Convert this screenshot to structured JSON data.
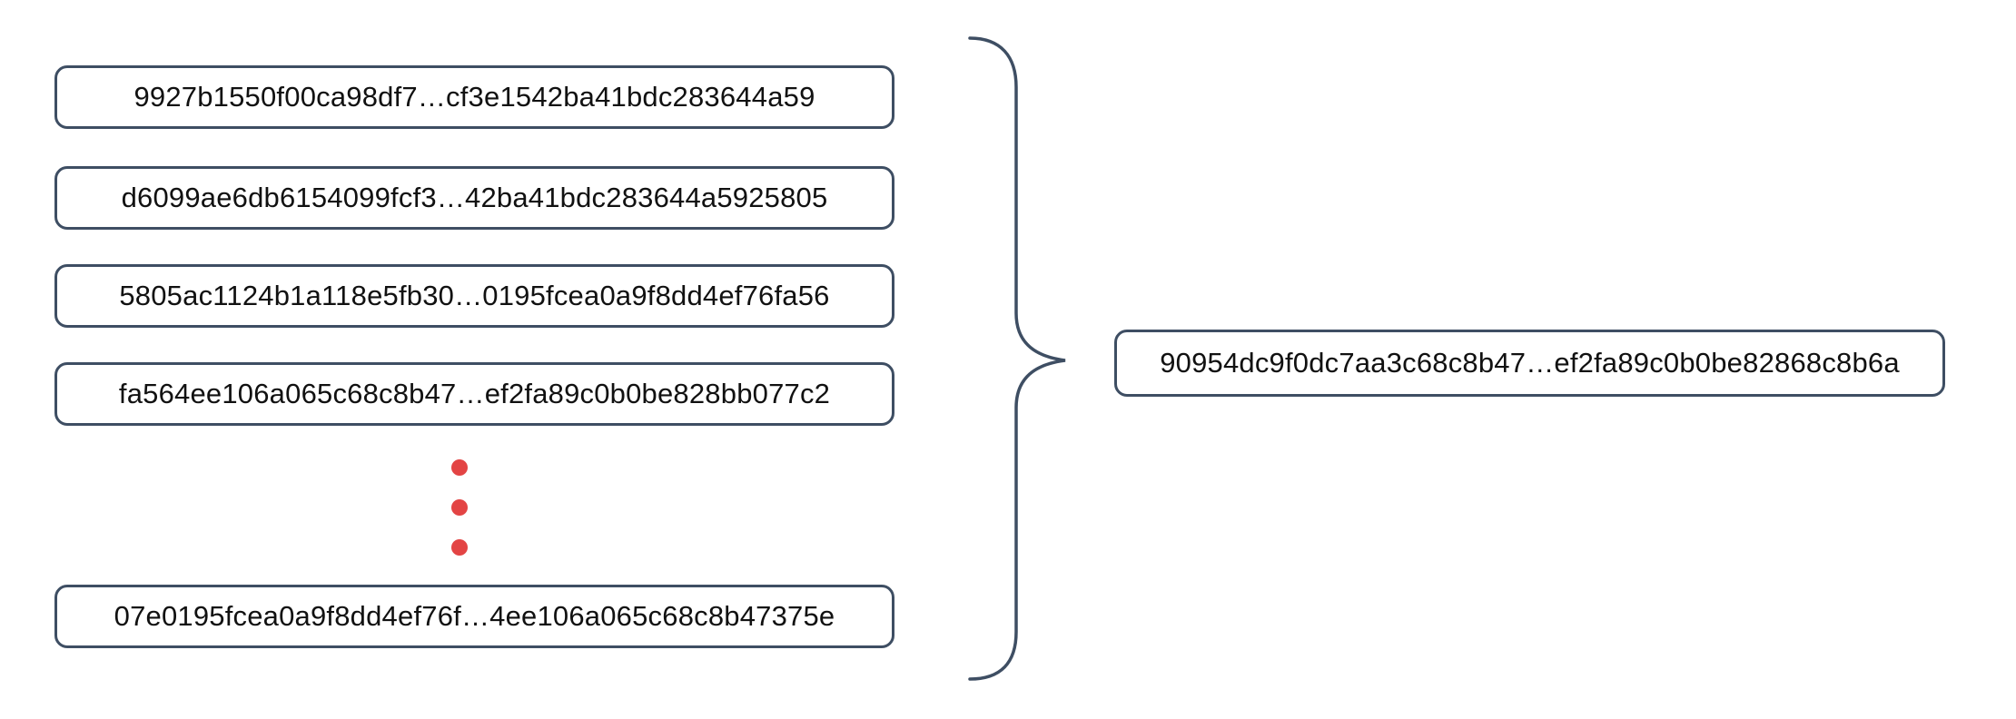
{
  "diagram": {
    "left_hashes": [
      "9927b1550f00ca98df7…cf3e1542ba41bdc283644a59",
      "d6099ae6db6154099fcf3…42ba41bdc283644a5925805",
      "5805ac1124b1a118e5fb30…0195fcea0a9f8dd4ef76fa56",
      "fa564ee106a065c68c8b47…ef2fa89c0b0be828bb077c2",
      "07e0195fcea0a9f8dd4ef76f…4ee106a065c68c8b47375e"
    ],
    "result_hash": "90954dc9f0dc7aa3c68c8b47…ef2fa89c0b0be82868c8b6a",
    "ellipsis_dot_count": 3,
    "colors": {
      "box_border": "#3e4e63",
      "brace": "#3e4e63",
      "ellipsis_dot": "#e34444",
      "text": "#111111",
      "background": "#ffffff"
    }
  }
}
